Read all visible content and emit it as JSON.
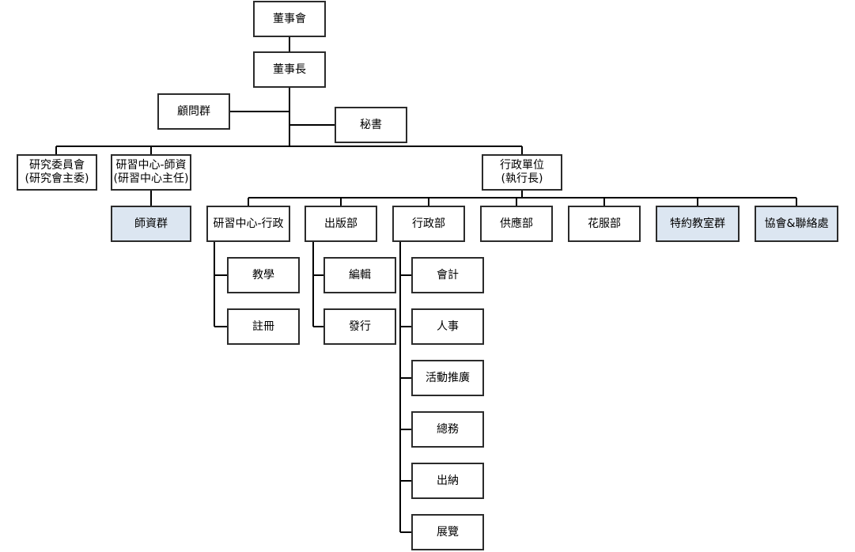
{
  "colors": {
    "line": "#000000",
    "box_border": "#2b2b2b",
    "box_fill": "#ffffff",
    "highlight_fill": "#dce6f1"
  },
  "nodes": {
    "board": "董事會",
    "chairman": "董事長",
    "advisors": "顧問群",
    "secretary": "秘書",
    "research_committee": {
      "line1": "研究委員會",
      "line2": "(研究會主委)"
    },
    "training_center_faculty": {
      "line1": "研習中心-師資",
      "line2": "(研習中心主任)"
    },
    "faculty_group": "師資群",
    "admin_unit": {
      "line1": "行政單位",
      "line2": "(執行長)"
    },
    "training_center_admin": "研習中心-行政",
    "publishing_dept": "出版部",
    "admin_dept": "行政部",
    "supply_dept": "供應部",
    "flower_dept": "花服部",
    "special_classrooms": "特約教室群",
    "associations_liaison": "協會&聯絡處",
    "teaching": "教學",
    "registration": "註冊",
    "editing": "編輯",
    "distribution": "發行",
    "accounting": "會計",
    "personnel": "人事",
    "event_promotion": "活動推廣",
    "general_affairs": "總務",
    "cashier": "出納",
    "exhibition": "展覽"
  }
}
